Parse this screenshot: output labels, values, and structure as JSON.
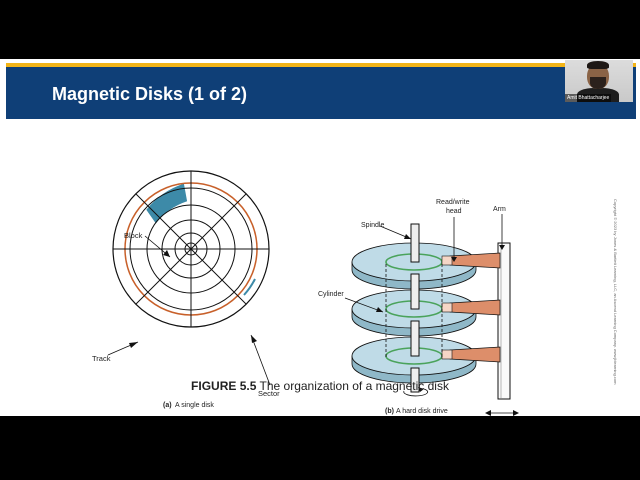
{
  "slide": {
    "title": "Magnetic Disks (1 of 2)"
  },
  "figure_a": {
    "labels": {
      "block": "Block",
      "track": "Track",
      "sector": "Sector"
    },
    "caption_prefix": "(a)",
    "caption_text": "A single disk"
  },
  "figure_b": {
    "labels": {
      "spindle": "Spindle",
      "read_write_line1": "Read/write",
      "read_write_line2": "head",
      "arm": "Arm",
      "cylinder": "Cylinder"
    },
    "caption_prefix": "(b)",
    "caption_text": "A hard disk drive"
  },
  "figure_caption": {
    "number": "FIGURE 5.5",
    "text": " The organization of a magnetic disk"
  },
  "copyright": "Copyright © 2023 by Jones & Bartlett Learning, LLC, an Ascend Learning Company. www.jblearning.com",
  "webcam": {
    "name": "Amit Bhattacharjee"
  },
  "colors": {
    "title_bar": "#0f3f77",
    "accent_bar": "#f2b417",
    "block_fill": "#3d8aa8",
    "track": "#c8602a",
    "platter": "#bfdbe7",
    "arm": "#dd8e6a"
  }
}
